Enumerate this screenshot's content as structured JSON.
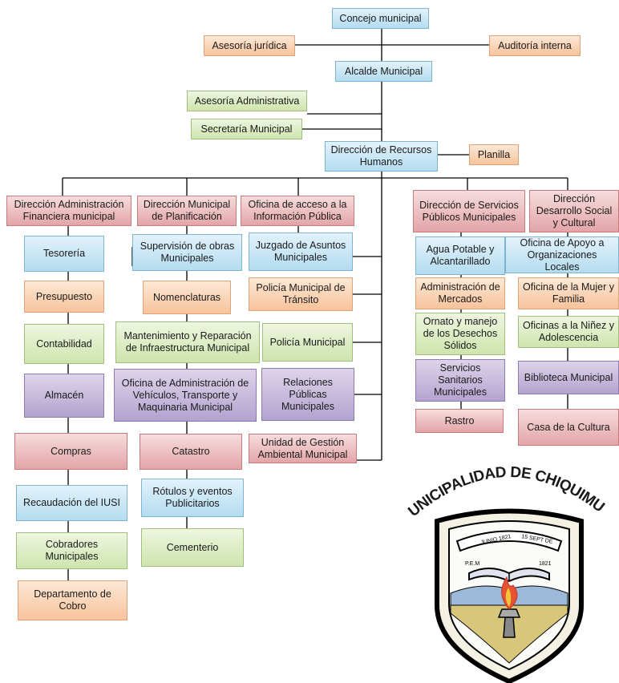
{
  "org_chart": {
    "concejo": "Concejo municipal",
    "asesoria_juridica": "Asesoría jurídica",
    "auditoria_interna": "Auditoría interna",
    "alcalde": "Alcalde Municipal",
    "asesoria_administrativa": "Asesoría Administrativa",
    "secretaria": "Secretaría Municipal",
    "rrhh": "Dirección de Recursos Humanos",
    "planilla": "Planilla",
    "col1": {
      "head": "Dirección Administración Financiera municipal",
      "items": [
        "Tesorería",
        "Presupuesto",
        "Contabilidad",
        "Almacén",
        "Compras",
        "Recaudación del IUSI",
        "Cobradores Municipales",
        "Departamento de Cobro"
      ]
    },
    "col2": {
      "head": "Dirección Municipal de Planificación",
      "items": [
        "Supervisión de obras Municipales",
        "Nomenclaturas",
        "Mantenimiento y Reparación de Infraestructura Municipal",
        "Oficina de Administración de Vehículos, Transporte y Maquinaria Municipal",
        "Catastro",
        "Rótulos y eventos Publicitarios",
        "Cementerio"
      ]
    },
    "col3": {
      "head": "Oficina de acceso a la Información Pública",
      "items": [
        "Juzgado de Asuntos Municipales",
        "Policía Municipal de Tránsito",
        "Policía Municipal",
        "Relaciones Públicas Municipales",
        "Unidad de Gestión Ambiental Municipal"
      ]
    },
    "col4": {
      "head": "Dirección de Servicios Públicos Municipales",
      "items": [
        "Agua Potable y Alcantarillado",
        "Administración de Mercados",
        "Ornato y manejo de los Desechos Sólidos",
        "Servicios Sanitarios Municipales",
        "Rastro"
      ]
    },
    "col5": {
      "head": "Dirección Desarrollo Social y Cultural",
      "items": [
        "Oficina de Apoyo a Organizaciones Locales",
        "Oficina de la Mujer y Familia",
        "Oficinas a la Niñez y Adolescencia",
        "Biblioteca Municipal",
        "Casa de la Cultura"
      ]
    }
  },
  "logo": {
    "text": "MUNICIPALIDAD DE CHIQUIMULA",
    "ribbon_left": "JUNIO 1821",
    "ribbon_right": "15 SEPT DE",
    "year_left": "P.E.M",
    "year_right": "1821"
  },
  "colors": {
    "blue": "#b4dcf0",
    "orange": "#f7c39b",
    "green": "#cfe4ad",
    "purple": "#b3a3cf",
    "red": "#e3a5a8",
    "line": "#000000"
  }
}
